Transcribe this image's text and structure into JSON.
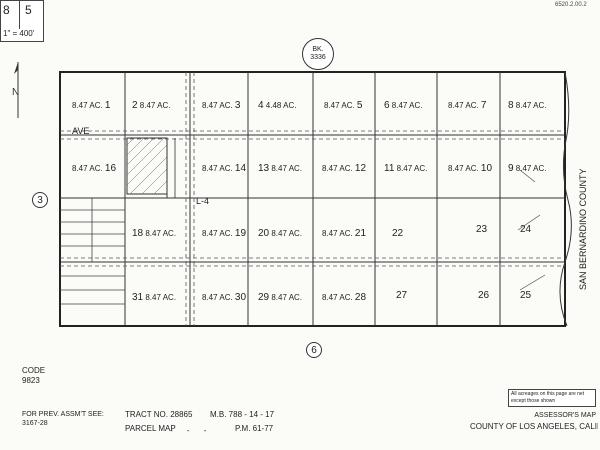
{
  "header": {
    "scale_left": "8",
    "scale_right": "5",
    "scale_text": "1\" = 400'",
    "book_title": "BK.",
    "book_number": "3336",
    "top_right_note": "6520.2.00.2"
  },
  "map": {
    "side_left": "3",
    "side_bottom": "6",
    "county_side": "SAN BERNARDINO COUNTY",
    "avenue_label": "AVE",
    "avenue_label_2": "L-4",
    "parcels": [
      {
        "id": "1",
        "label": "8.47 AC."
      },
      {
        "id": "2",
        "label": "8.47 AC."
      },
      {
        "id": "3",
        "label": "8.47 AC."
      },
      {
        "id": "4",
        "label": "4.48 AC."
      },
      {
        "id": "5",
        "label": "8.47 AC."
      },
      {
        "id": "6",
        "label": "8.47 AC."
      },
      {
        "id": "7",
        "label": "8.47 AC."
      },
      {
        "id": "8",
        "label": "8.47 AC."
      },
      {
        "id": "16",
        "label": "8.47 AC."
      },
      {
        "id": "14",
        "label": "8.47 AC."
      },
      {
        "id": "13",
        "label": "8.47 AC."
      },
      {
        "id": "12",
        "label": "8.47 AC."
      },
      {
        "id": "11",
        "label": "8.47 AC."
      },
      {
        "id": "10",
        "label": "8.47 AC."
      },
      {
        "id": "9",
        "label": "8.47 AC."
      },
      {
        "id": "18",
        "label": "8.47 AC."
      },
      {
        "id": "19",
        "label": "8.47 AC."
      },
      {
        "id": "20",
        "label": "8.47 AC."
      },
      {
        "id": "21",
        "label": "8.47 AC."
      },
      {
        "id": "22",
        "label": ""
      },
      {
        "id": "23",
        "label": ""
      },
      {
        "id": "24",
        "label": ""
      },
      {
        "id": "31",
        "label": "8.47 AC."
      },
      {
        "id": "30",
        "label": "8.47 AC."
      },
      {
        "id": "29",
        "label": "8.47 AC."
      },
      {
        "id": "28",
        "label": "8.47 AC."
      },
      {
        "id": "27",
        "label": ""
      },
      {
        "id": "26",
        "label": ""
      },
      {
        "id": "25",
        "label": ""
      }
    ]
  },
  "footer": {
    "code_label": "CODE",
    "code_value": "9823",
    "prev_assmt": "FOR PREV. ASSM'T SEE:",
    "prev_assmt_value": "3167-28",
    "tract_label": "TRACT NO. 28865",
    "mb_label": "M.B. 788 - 14 - 17",
    "parcel_map_label": "PARCEL MAP",
    "pm_label": "P.M. 61-77",
    "assessor_title": "ASSESSOR'S MAP",
    "county_title": "COUNTY OF LOS ANGELES, CALIF",
    "legend_note": "All acreages on this page are net",
    "legend_note_2": "except those shown"
  }
}
